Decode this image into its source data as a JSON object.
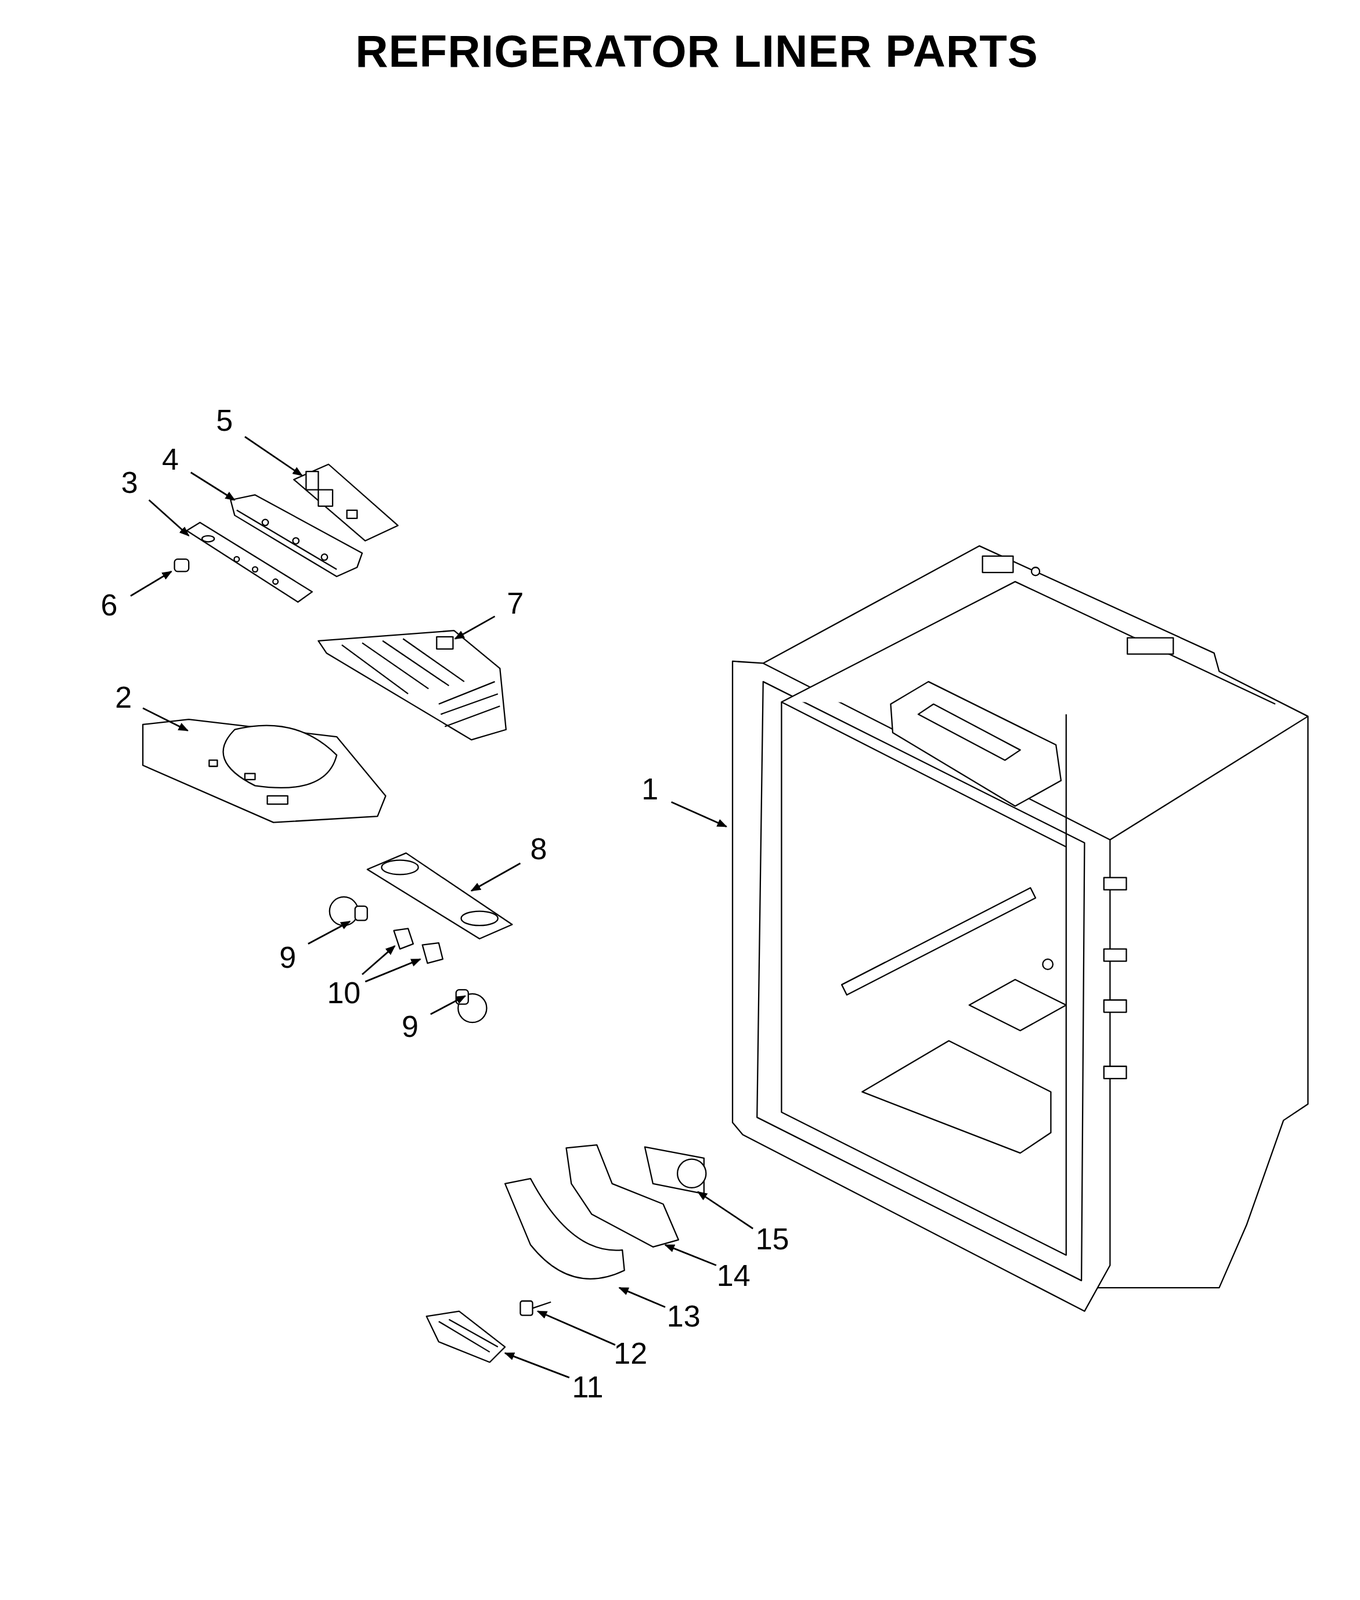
{
  "diagram": {
    "title": "REFRIGERATOR LINER PARTS",
    "labels": [
      "5",
      "4",
      "3",
      "6",
      "7",
      "2",
      "1",
      "8",
      "9",
      "10",
      "9",
      "15",
      "14",
      "13",
      "12",
      "11"
    ]
  }
}
